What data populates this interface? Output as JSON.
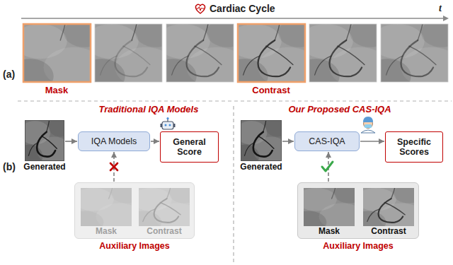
{
  "diagram": {
    "nodes": [
      {
        "text": [
          "Generated"
        ]
      },
      {
        "text": [
          "IQA Models"
        ]
      },
      {
        "text": [
          "General Score"
        ]
      },
      {
        "text": [
          "Auxiliary Images"
        ]
      },
      {
        "text": [
          "Mask"
        ],
        "in": 3
      },
      {
        "text": [
          "Contrast"
        ],
        "in": 3
      },
      {
        "text": [
          "Generated"
        ]
      },
      {
        "text": [
          "CAS-IQA"
        ]
      },
      {
        "text": [
          "Specific Scores"
        ]
      },
      {
        "text": [
          "Auxiliary Images"
        ]
      },
      {
        "text": [
          "Mask"
        ],
        "in": 9
      },
      {
        "text": [
          "Contrast"
        ],
        "in": 9
      }
    ],
    "edges": [
      {
        "from": 0,
        "to": 1,
        "arrow": "to"
      },
      {
        "from": 1,
        "to": 2,
        "arrow": "to"
      },
      {
        "from": 3,
        "to": 1,
        "arrow": "to"
      },
      {
        "from": 6,
        "to": 7,
        "arrow": "to"
      },
      {
        "from": 7,
        "to": 8,
        "arrow": "to"
      },
      {
        "from": 9,
        "to": 7,
        "arrow": "to"
      }
    ],
    "labels": [
      "Cardiac Cycle",
      "t",
      "(a)",
      "Mask",
      "Contrast",
      "(b)",
      "Traditional IQA Models",
      "Our Proposed CAS-IQA"
    ]
  }
}
